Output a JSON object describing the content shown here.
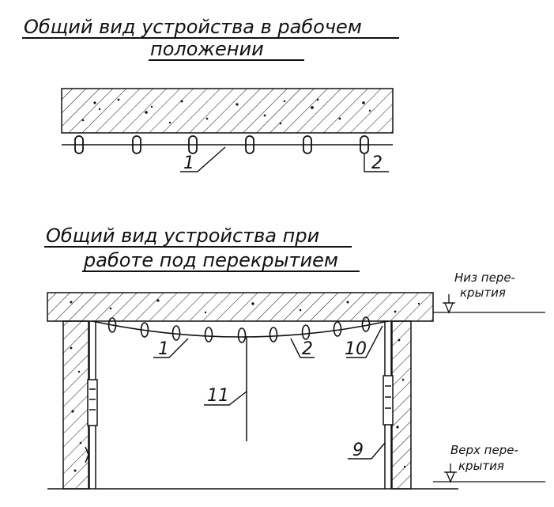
{
  "view_top": {
    "title_line1": "Общий вид устройства в рабочем",
    "title_line2": "положении",
    "label_1": "1",
    "label_2": "2"
  },
  "view_bottom": {
    "title_line1": "Общий вид устройства при",
    "title_line2": "работе под перекрытием",
    "label_1": "1",
    "label_2": "2",
    "label_10": "10",
    "label_11": "11",
    "label_9": "9",
    "note_ceiling_line1": "Низ пере-",
    "note_ceiling_line2": "крытия",
    "note_floor_line1": "Верх пере-",
    "note_floor_line2": "крытия"
  }
}
